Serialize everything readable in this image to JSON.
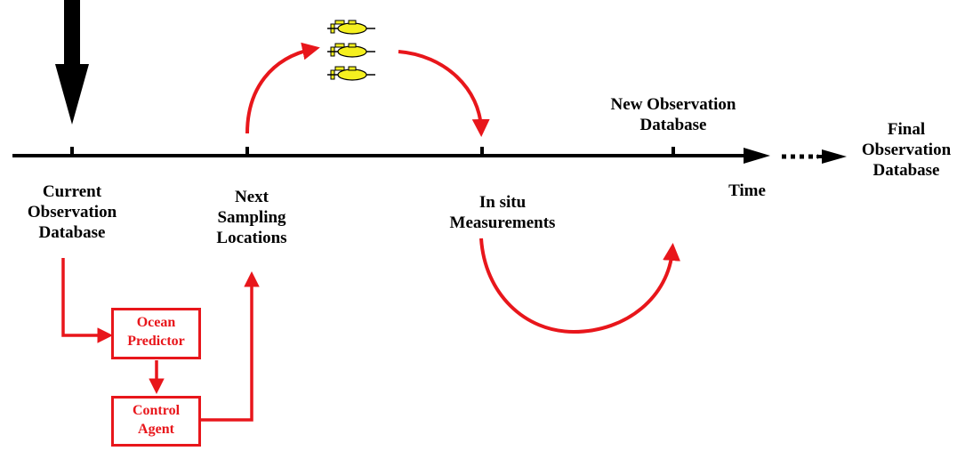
{
  "labels": {
    "current": [
      "Current",
      "Observation",
      "Database"
    ],
    "next": [
      "Next",
      "Sampling",
      "Locations"
    ],
    "insitu": [
      "In situ",
      "Measurements"
    ],
    "new_obs": [
      "New Observation",
      "Database"
    ],
    "time": "Time",
    "final": [
      "Final",
      "Observation",
      "Database"
    ]
  },
  "boxes": {
    "ocean_predictor": [
      "Ocean",
      "Predictor"
    ],
    "control_agent": [
      "Control",
      "Agent"
    ]
  },
  "icons": {
    "vehicle": "underwater-glider-icon"
  },
  "colors": {
    "accent": "#e8161b",
    "axis": "#000000",
    "vehicle_fill": "#f5f020"
  }
}
